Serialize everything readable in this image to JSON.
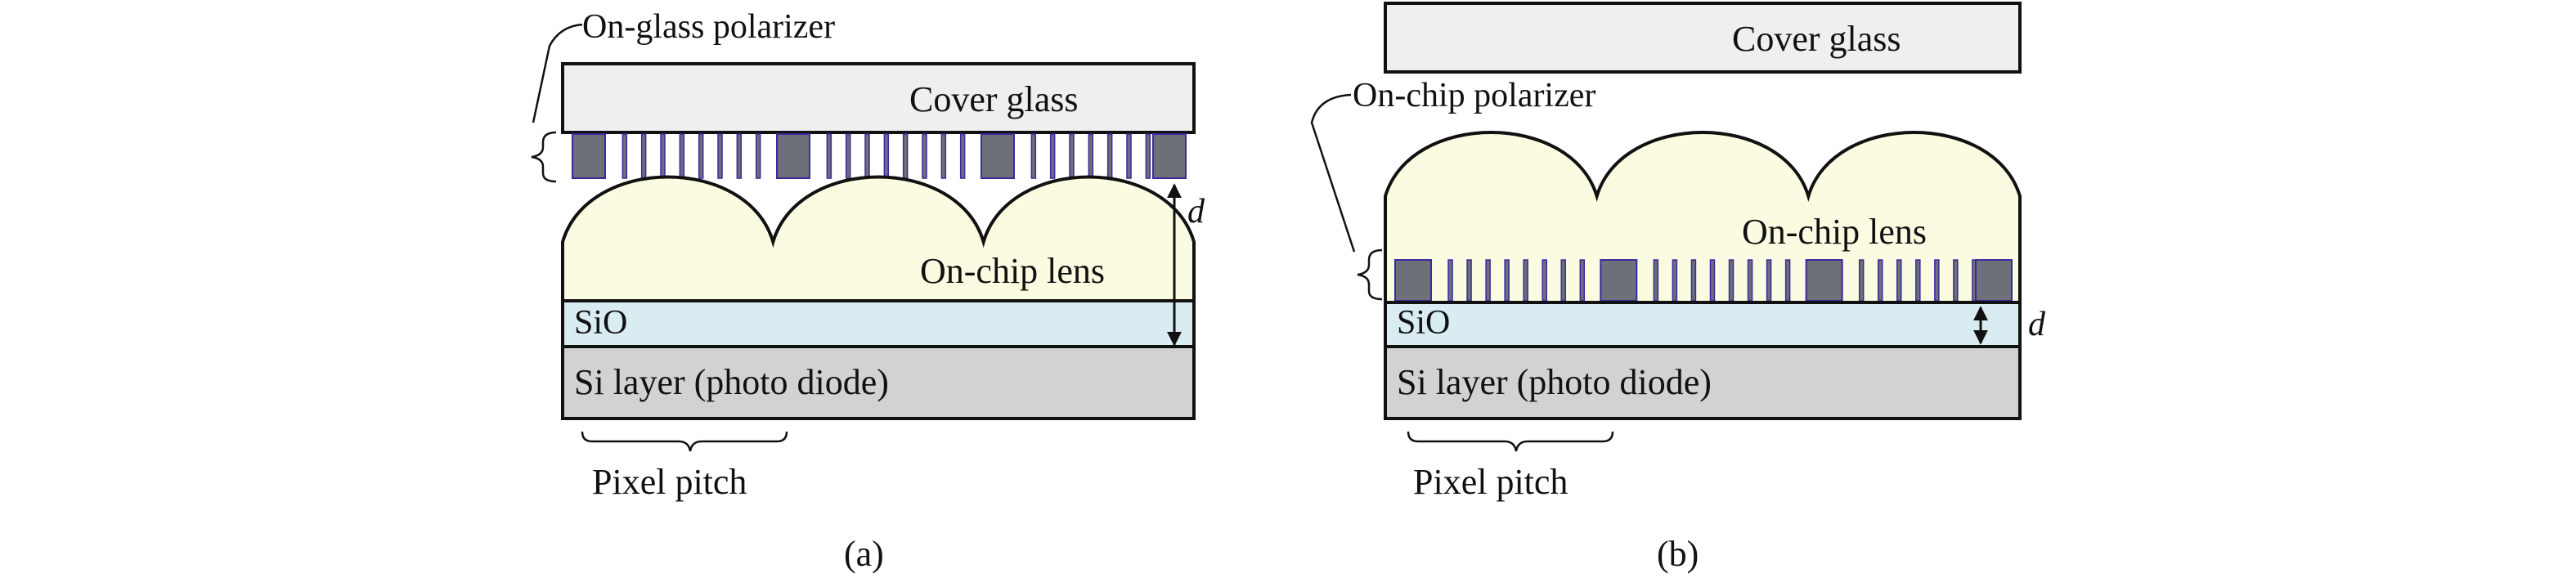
{
  "colors": {
    "cover_glass": "#efefef",
    "lens": "#fbfbe2",
    "sio": "#d9ecf1",
    "si_layer": "#d2d2d2",
    "polarizer_block": "#6d6f79",
    "polarizer_line": "#3a2aa0",
    "stroke": "#111111"
  },
  "panel_a": {
    "on_glass_polarizer": "On-glass polarizer",
    "cover_glass": "Cover glass",
    "on_chip_lens": "On-chip lens",
    "sio": "SiO",
    "si_layer": "Si layer (photo diode)",
    "d": "d",
    "pixel_pitch": "Pixel pitch",
    "caption": "(a)"
  },
  "panel_b": {
    "cover_glass": "Cover glass",
    "on_chip_polarizer": "On-chip polarizer",
    "on_chip_lens": "On-chip lens",
    "sio": "SiO",
    "si_layer": "Si layer (photo diode)",
    "d": "d",
    "pixel_pitch": "Pixel pitch",
    "caption": "(b)"
  }
}
